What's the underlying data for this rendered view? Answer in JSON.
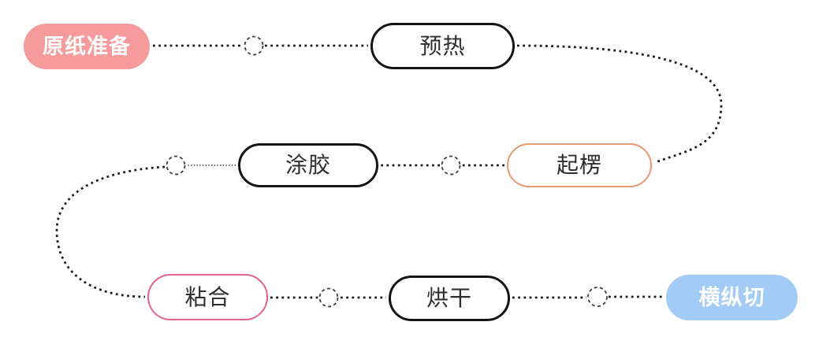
{
  "diagram": {
    "type": "flowchart",
    "description": "S-shaped dotted process flow diagram of corrugated paperboard production",
    "nodes": [
      {
        "label": "原纸准备",
        "style": "filled",
        "fill": "#F59B9B",
        "text_color": "#FFFFFF"
      },
      {
        "label": "预热",
        "style": "outlined",
        "border": "#141414",
        "text_color": "#2E2E2E"
      },
      {
        "label": "起楞",
        "style": "outlined",
        "border": "#E8986F",
        "text_color": "#2E2E2E"
      },
      {
        "label": "涂胶",
        "style": "outlined",
        "border": "#141414",
        "text_color": "#2E2E2E"
      },
      {
        "label": "粘合",
        "style": "outlined",
        "border": "#E4638A",
        "text_color": "#2E2E2E"
      },
      {
        "label": "烘干",
        "style": "outlined",
        "border": "#141414",
        "text_color": "#2E2E2E"
      },
      {
        "label": "横纵切",
        "style": "filled",
        "fill": "#A2CCF5",
        "text_color": "#FFFFFF"
      }
    ],
    "flow_order": [
      "原纸准备",
      "预热",
      "起楞",
      "涂胶",
      "粘合",
      "烘干",
      "横纵切"
    ],
    "connector_style": {
      "line": "dotted",
      "line_color": "#1C1C1C",
      "waypoint_shape": "dashed-circle",
      "waypoint_color": "#3C3C3C",
      "waypoint_count": 5
    }
  }
}
